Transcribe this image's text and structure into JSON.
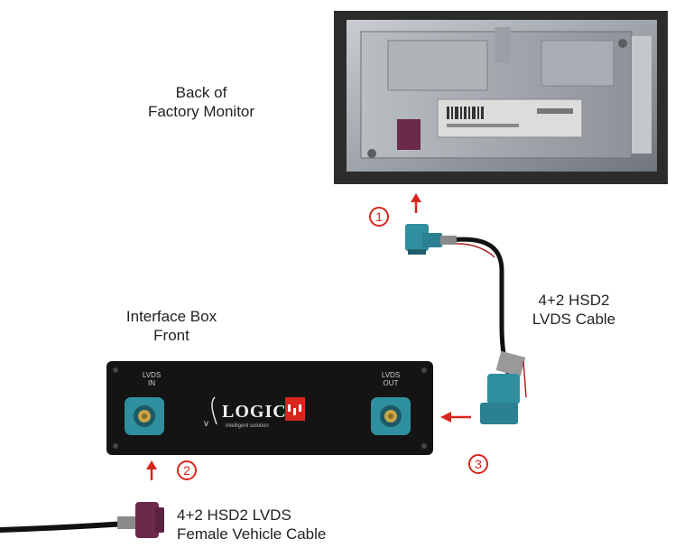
{
  "labels": {
    "monitor_line1": "Back of",
    "monitor_line2": "Factory Monitor",
    "box_line1": "Interface Box",
    "box_line2": "Front",
    "cable_line1": "4+2 HSD2",
    "cable_line2": "LVDS Cable",
    "female_line1": "4+2 HSD2 LVDS",
    "female_line2": "Female Vehicle Cable"
  },
  "steps": [
    "1",
    "2",
    "3"
  ],
  "box_ports": {
    "in_line1": "LVDS",
    "in_line2": "IN",
    "out_line1": "LVDS",
    "out_line2": "OUT"
  },
  "logo": {
    "brand": "LOGIC",
    "tagline": "intelligent solution"
  },
  "colors": {
    "step_red": "#d9261c",
    "connector_teal": "#2f8f9f",
    "connector_purple": "#6b2a4a",
    "box_black": "#141414",
    "cable_black": "#111111"
  }
}
